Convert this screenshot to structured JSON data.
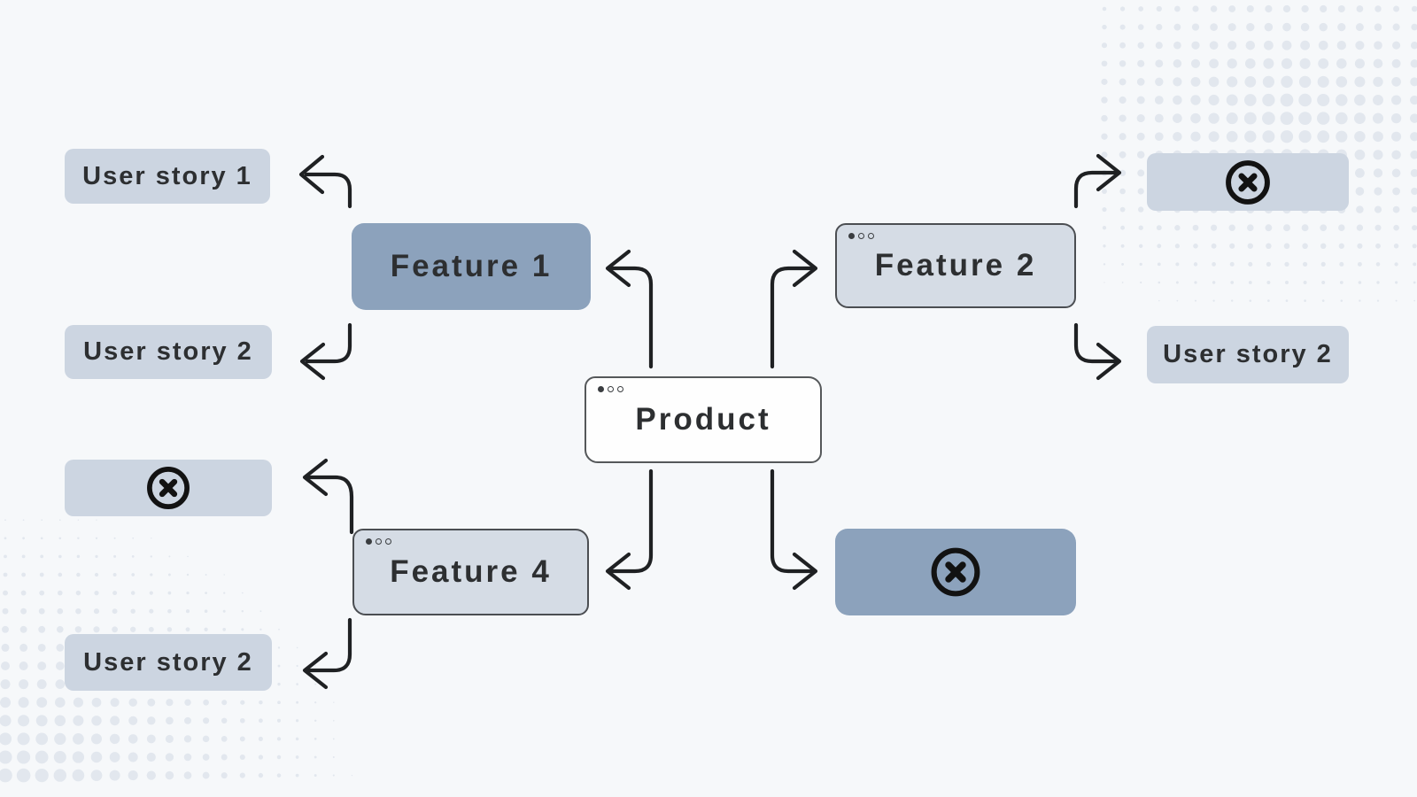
{
  "colors": {
    "background": "#f6f8fa",
    "node_dark": "#8ca2bc",
    "node_light": "#ccd5e1",
    "node_window_light": "#d5dce5",
    "node_white": "#fefefe",
    "connector_stroke": "#1f2123",
    "box_border": "#4b4e52",
    "text": "#2d2f31",
    "halftone_dot": "#e2e7ee"
  },
  "nodes": {
    "product": {
      "label": "Product",
      "icon": "window-dots-icon"
    },
    "feature_1": {
      "label": "Feature 1"
    },
    "feature_2": {
      "label": "Feature 2",
      "icon": "window-dots-icon"
    },
    "feature_4": {
      "label": "Feature 4",
      "icon": "window-dots-icon"
    },
    "feature_deleted_right": {
      "icon": "x-circle-icon"
    },
    "user_story_1_left": {
      "label": "User story 1"
    },
    "user_story_2_left": {
      "label": "User story 2"
    },
    "deleted_story_left": {
      "icon": "x-circle-icon"
    },
    "user_story_2_bottom_left": {
      "label": "User story 2"
    },
    "deleted_story_top_right": {
      "icon": "x-circle-icon"
    },
    "user_story_2_right": {
      "label": "User story 2"
    }
  }
}
